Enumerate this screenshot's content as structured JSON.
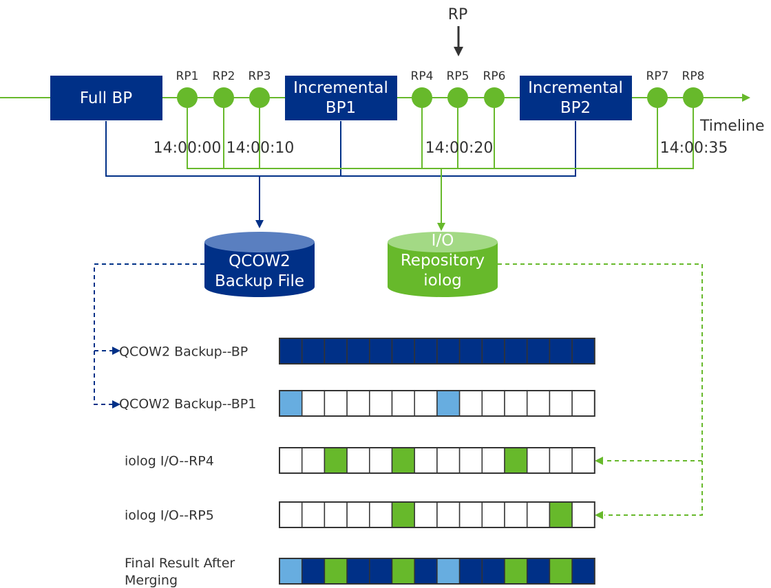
{
  "rp_marker": {
    "label": "RP"
  },
  "boxes": {
    "full_bp": {
      "line1": "Full BP"
    },
    "inc_bp1": {
      "line1": "Incremental",
      "line2": "BP1"
    },
    "inc_bp2": {
      "line1": "Incremental",
      "line2": "BP2"
    }
  },
  "recovery_points": [
    "RP1",
    "RP2",
    "RP3",
    "RP4",
    "RP5",
    "RP6",
    "RP7",
    "RP8"
  ],
  "timeline_label": "Timeline",
  "timestamps": [
    "14:00:00",
    "14:00:10",
    "14:00:20",
    "14:00:35"
  ],
  "storage": {
    "qcow2": {
      "line1": "QCOW2",
      "line2": "Backup File"
    },
    "iolog": {
      "line1": "I/O",
      "line2": "Repository",
      "line3": "iolog"
    }
  },
  "rows": [
    {
      "label_lines": [
        "QCOW2 Backup--BP"
      ],
      "cells": [
        "D",
        "D",
        "D",
        "D",
        "D",
        "D",
        "D",
        "D",
        "D",
        "D",
        "D",
        "D",
        "D",
        "D"
      ]
    },
    {
      "label_lines": [
        "QCOW2 Backup--BP1"
      ],
      "cells": [
        "L",
        "W",
        "W",
        "W",
        "W",
        "W",
        "W",
        "L",
        "W",
        "W",
        "W",
        "W",
        "W",
        "W"
      ]
    },
    {
      "label_lines": [
        "iolog I/O--RP4"
      ],
      "cells": [
        "W",
        "W",
        "G",
        "W",
        "W",
        "G",
        "W",
        "W",
        "W",
        "W",
        "G",
        "W",
        "W",
        "W"
      ]
    },
    {
      "label_lines": [
        "iolog I/O--RP5"
      ],
      "cells": [
        "W",
        "W",
        "W",
        "W",
        "W",
        "G",
        "W",
        "W",
        "W",
        "W",
        "W",
        "W",
        "G",
        "W"
      ]
    },
    {
      "label_lines": [
        "Final Result After",
        "Merging"
      ],
      "cells": [
        "L",
        "D",
        "G",
        "D",
        "D",
        "G",
        "D",
        "L",
        "D",
        "D",
        "G",
        "D",
        "G",
        "D"
      ]
    }
  ],
  "colors": {
    "dark_blue": "#003087",
    "light_blue": "#67ade0",
    "green": "#67b92b",
    "white": "#ffffff",
    "grey_text": "#333333",
    "cylinder_blue_top": "#5a7fc0",
    "cylinder_green_top": "#a3d985"
  }
}
